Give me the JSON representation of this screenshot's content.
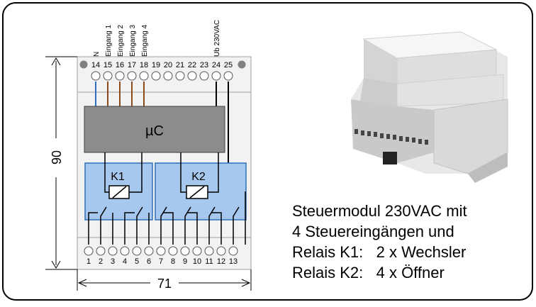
{
  "diagram": {
    "top_labels": [
      "N",
      "Eingang  1",
      "Eingang  2",
      "Eingang  3",
      "Eingang  4",
      "Ub 230VAC"
    ],
    "top_terminals": [
      "14",
      "15",
      "16",
      "17",
      "18",
      "19",
      "20",
      "21",
      "22",
      "23",
      "24",
      "25"
    ],
    "bottom_terminals": [
      "1",
      "2",
      "3",
      "4",
      "5",
      "6",
      "7",
      "8",
      "9",
      "10",
      "11",
      "12",
      "13"
    ],
    "mc_label": "µC",
    "relay1_label": "K1",
    "relay2_label": "K2",
    "dim_height": "90",
    "dim_width": "71"
  },
  "caption": {
    "line1": "Steuermodul 230VAC mit",
    "line2": "4 Steuereingängen und",
    "line3": "Relais K1:   2 x Wechsler",
    "line4": "Relais K2:   4 x Öffner"
  },
  "colors": {
    "frame": "#000000",
    "housing": "#f2f2f2",
    "mc_fill": "#8c8c8c",
    "relay_fill": "#a6c8ee",
    "relay_stroke": "#2f6fb8",
    "wire_brown": "#8b4a1c",
    "wire_blue": "#2e6fc0",
    "photo_body": "#dcdcdc"
  }
}
